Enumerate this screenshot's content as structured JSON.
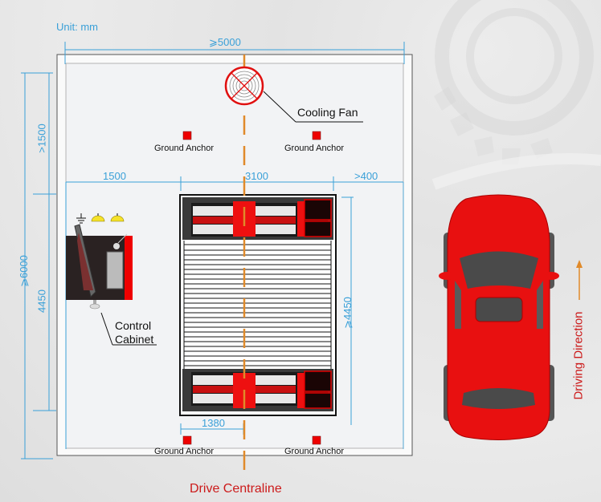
{
  "unit": "Unit: mm",
  "dimensions": {
    "total_width": "⩾5000",
    "total_length": "⩾6000",
    "front_clearance": ">1500",
    "left_span": "1500",
    "lift_width": "3100",
    "right_span": ">400",
    "lift_length_left": "4450",
    "lift_length_right": "⩾4450",
    "half_width": "1380"
  },
  "labels": {
    "cooling_fan": "Cooling Fan",
    "ground_anchor": "Ground Anchor",
    "control_cabinet_line1": "Control",
    "control_cabinet_line2": "Cabinet",
    "drive_centraline": "Drive Centraline",
    "driving_direction": "Driving Direction"
  },
  "colors": {
    "dimension_blue": "#3aa0d8",
    "accent_red": "#e60000",
    "centerline_orange": "#e08a2a",
    "label_red": "#cc1a1a"
  }
}
